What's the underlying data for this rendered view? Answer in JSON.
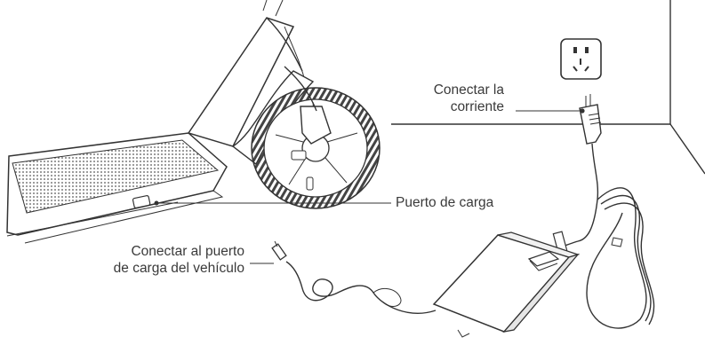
{
  "labels": {
    "power": [
      "Conectar la",
      "corriente"
    ],
    "charging_port": "Puerto de carga",
    "vehicle_port": [
      "Conectar al puerto",
      "de carga del vehículo"
    ]
  },
  "colors": {
    "line": "#333333",
    "text": "#3a3a3a"
  }
}
